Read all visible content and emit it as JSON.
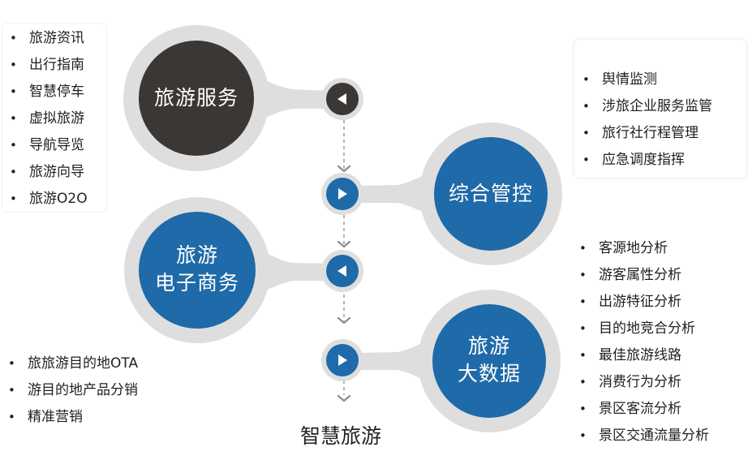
{
  "nodes": [
    {
      "id": "tourism-service",
      "lines": [
        "旅游服务"
      ]
    },
    {
      "id": "integrated-control",
      "lines": [
        "综合管控"
      ]
    },
    {
      "id": "e-commerce",
      "lines": [
        "旅游",
        "电子商务"
      ]
    },
    {
      "id": "big-data",
      "lines": [
        "旅游",
        "大数据"
      ]
    }
  ],
  "lists": {
    "tourism_service": [
      "旅游资讯",
      "出行指南",
      "智慧停车",
      "虚拟旅游",
      "导航导览",
      "旅游向导",
      "旅游O2O"
    ],
    "integrated_control": [
      "舆情监测",
      "涉旅企业服务监管",
      "旅行社行程管理",
      "应急调度指挥"
    ],
    "big_data": [
      "客源地分析",
      "游客属性分析",
      "出游特征分析",
      "目的地竞合分析",
      "最佳旅游线路",
      "消费行为分析",
      "景区客流分析",
      "景区交通流量分析"
    ],
    "e_commerce": [
      "旅旅游目的地OTA",
      "游目的地产品分销",
      "精准营销"
    ]
  },
  "footer_title": "智慧旅游",
  "colors": {
    "dark": "#3a3735",
    "blue": "#1f6aa8",
    "ring": "#dedede",
    "connector": "#9a9a9a"
  },
  "icons": {
    "left": "triangle-left-icon",
    "right": "triangle-right-icon",
    "down": "chevron-down-icon"
  }
}
